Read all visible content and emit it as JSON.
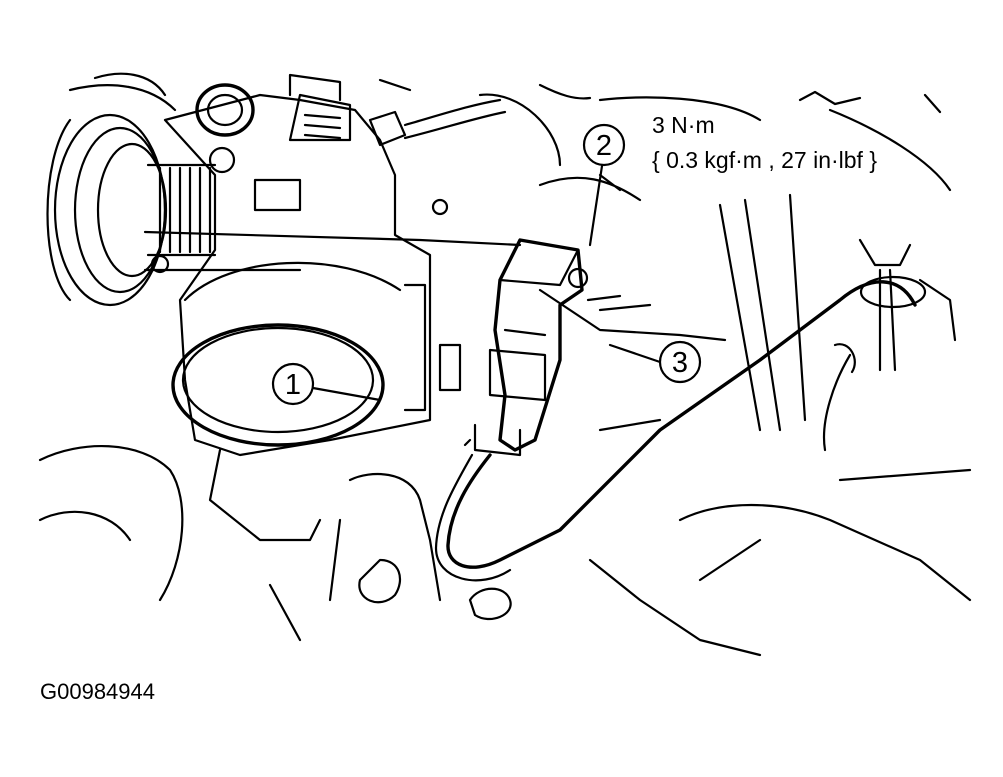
{
  "callouts": [
    {
      "number": "1"
    },
    {
      "number": "2"
    },
    {
      "number": "3"
    }
  ],
  "torque_spec": {
    "primary": "3 N·m",
    "secondary": "{ 0.3 kgf·m , 27 in·lbf }"
  },
  "figure_id": "G00984944",
  "colors": {
    "line": "#000000",
    "background": "#ffffff"
  }
}
